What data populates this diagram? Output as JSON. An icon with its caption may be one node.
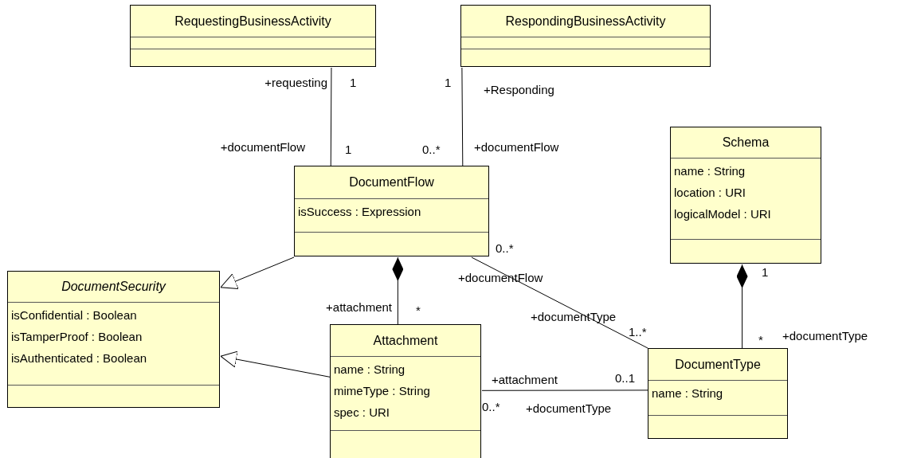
{
  "diagram": {
    "nodes": [
      {
        "text": [
          "RequestingBusinessActivity"
        ]
      },
      {
        "text": [
          "RespondingBusinessActivity"
        ]
      },
      {
        "text": [
          "DocumentFlow",
          "isSuccess : Expression"
        ]
      },
      {
        "text": [
          "Schema",
          "name : String",
          "location : URI",
          "logicalModel : URI"
        ]
      },
      {
        "text": [
          "DocumentSecurity",
          "isConfidential : Boolean",
          "isTamperProof : Boolean",
          "isAuthenticated : Boolean"
        ]
      },
      {
        "text": [
          "Attachment",
          "name : String",
          "mimeType : String",
          "spec : URI"
        ]
      },
      {
        "text": [
          "DocumentType",
          "name : String"
        ]
      }
    ],
    "edges": [
      {
        "from": 0,
        "to": 2,
        "arrow": "none"
      },
      {
        "from": 1,
        "to": 2,
        "arrow": "none"
      },
      {
        "from": 2,
        "to": 4,
        "arrow": "to"
      },
      {
        "from": 5,
        "to": 4,
        "arrow": "to"
      },
      {
        "from": 2,
        "to": 5,
        "arrow": "other"
      },
      {
        "from": 2,
        "to": 6,
        "arrow": "none"
      },
      {
        "from": 3,
        "to": 6,
        "arrow": "other"
      },
      {
        "from": 5,
        "to": 6,
        "arrow": "none"
      }
    ],
    "labels": [
      "+requesting",
      "1",
      "1",
      "+Responding",
      "+documentFlow",
      "1",
      "0..*",
      "+documentFlow",
      "0..*",
      "+documentFlow",
      "1",
      "+attachment",
      "*",
      "+documentType",
      "1..*",
      "*",
      "+documentType",
      "+attachment",
      "0..1",
      "0..*",
      "+documentType"
    ]
  }
}
